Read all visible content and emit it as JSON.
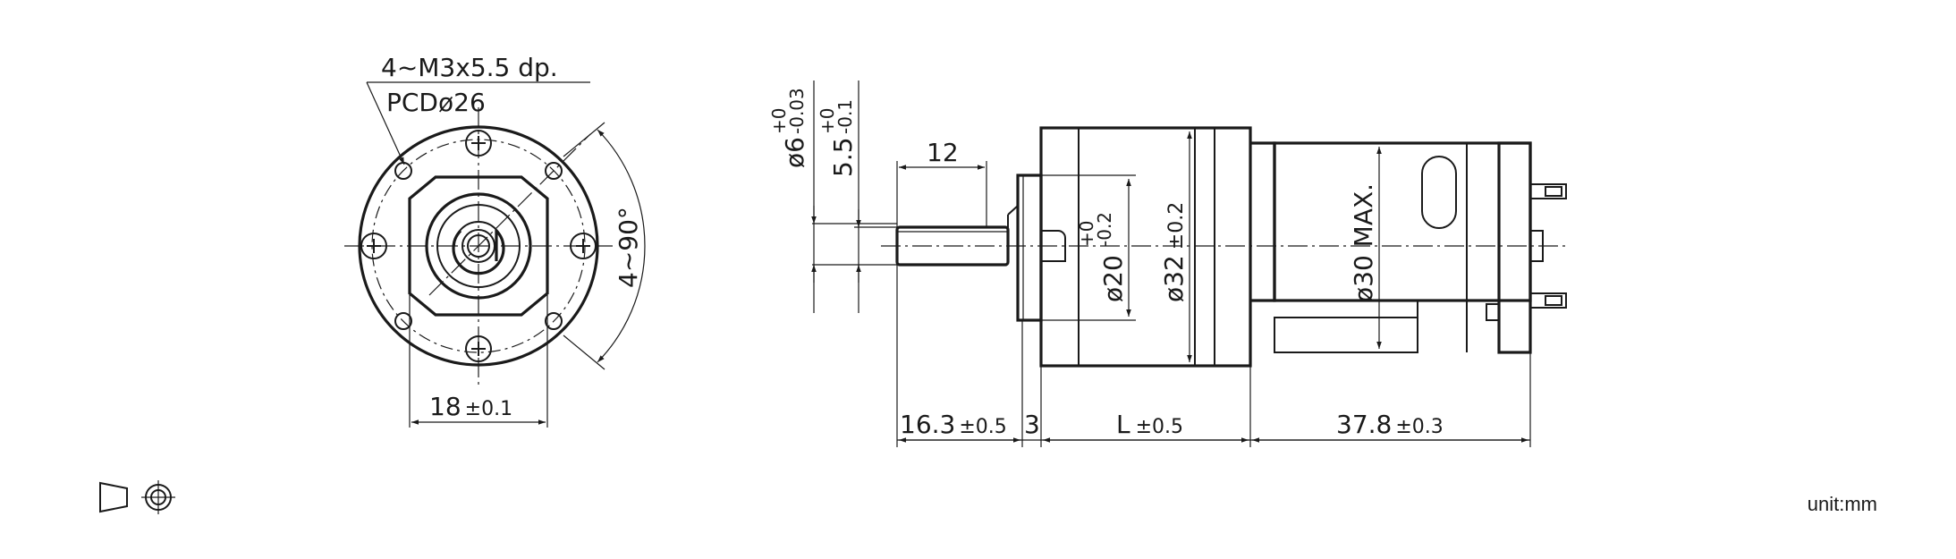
{
  "front_view": {
    "hole_callout": "4~M3x5.5 dp.",
    "pcd": "PCDø26",
    "angle": "4~90°",
    "width_dim": "18",
    "width_tol": "±0.1"
  },
  "side_view": {
    "shaft_dia": "ø6",
    "shaft_dia_tol_upper": "+0",
    "shaft_dia_tol_lower": "-0.03",
    "flat": "5.5",
    "flat_tol_upper": "+0",
    "flat_tol_lower": "-0.1",
    "shaft_flat_len": "12",
    "boss_dia": "ø20",
    "boss_dia_tol_upper": "+0",
    "boss_dia_tol_lower": "-0.2",
    "gearbox_dia": "ø32",
    "gearbox_dia_tol": "±0.2",
    "motor_dia": "ø30 MAX.",
    "shaft_len": "16.3",
    "shaft_len_tol": "±0.5",
    "boss_len": "3",
    "gearbox_len": "L",
    "gearbox_len_tol": "±0.5",
    "motor_len": "37.8",
    "motor_len_tol": "±0.3"
  },
  "projection_symbol": "third-angle-projection-icon",
  "unit_label": "unit:mm"
}
